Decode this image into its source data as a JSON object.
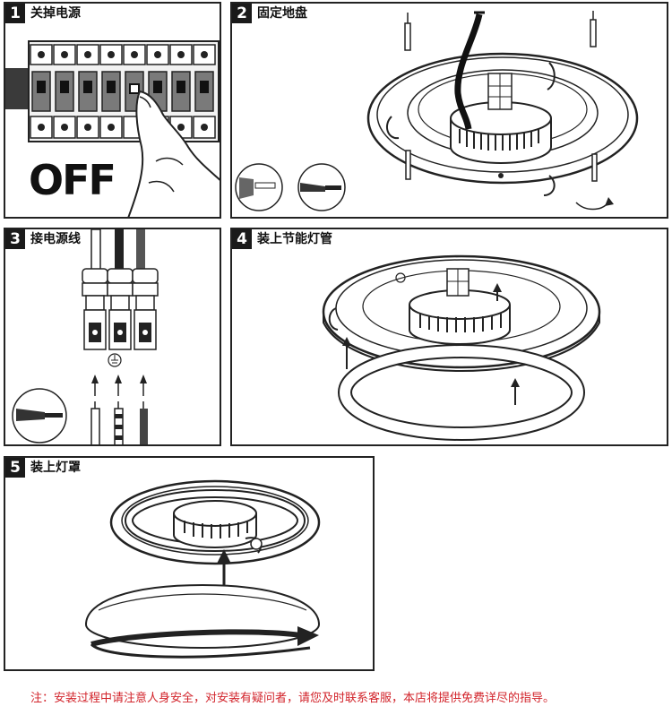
{
  "steps": [
    {
      "number": "1",
      "title": "关掉电源",
      "label": "OFF"
    },
    {
      "number": "2",
      "title": "固定地盘"
    },
    {
      "number": "3",
      "title": "接电源线"
    },
    {
      "number": "4",
      "title": "装上节能灯管"
    },
    {
      "number": "5",
      "title": "装上灯罩"
    }
  ],
  "footer_note": "注：安装过程中请注意人身安全，对安装有疑问者，请您及时联系客服，本店将提供免费详尽的指导。",
  "colors": {
    "ink": "#1a1a1a",
    "note": "#d2232a",
    "background": "#ffffff"
  }
}
